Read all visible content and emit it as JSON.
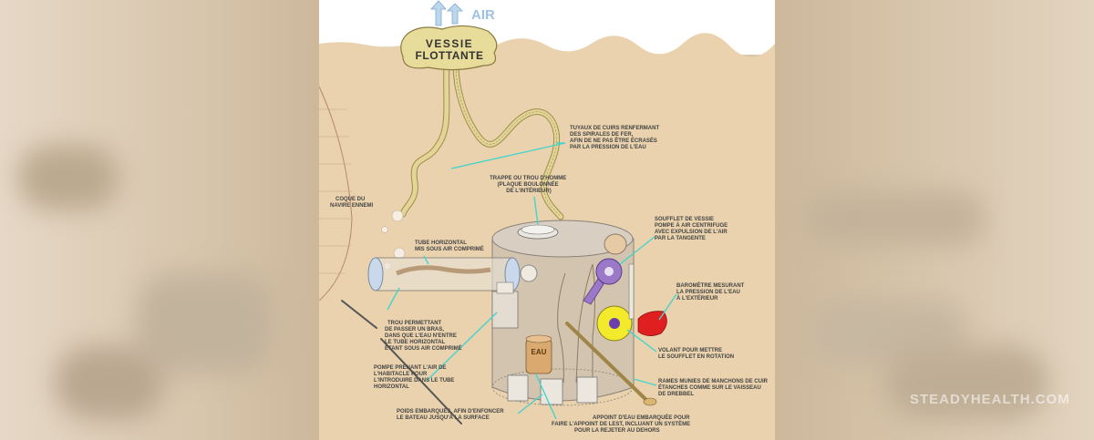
{
  "watermark": "STEADYHEALTH.COM",
  "diagram": {
    "air_label": "AIR",
    "float_label_line1": "VESSIE",
    "float_label_line2": "FLOTTANTE",
    "eau_label": "EAU",
    "labels": {
      "tuyaux": [
        "TUYAUX DE CUIRS RENFERMANT",
        "DES SPIRALES DE FER,",
        "AFIN DE NE PAS ÊTRE ÉCRASÉS",
        "PAR LA PRESSION DE L'EAU"
      ],
      "trappe": [
        "TRAPPE OU TROU D'HOMME",
        "(PLAQUE BOULONNÉE",
        "DE L'INTÉRIEUR)"
      ],
      "coque": [
        "COQUE DU",
        "NAVIRE ENNEMI"
      ],
      "soufflet": [
        "SOUFFLET DE VESSIE",
        "POMPE À AIR CENTRIFUGE",
        "AVEC EXPULSION DE L'AIR",
        "PAR LA TANGENTE"
      ],
      "tube": [
        "TUBE HORIZONTAL",
        "MIS SOUS AIR COMPRIMÉ"
      ],
      "barometre": [
        "BAROMÈTRE MESURANT",
        "LA PRESSION DE L'EAU",
        "À L'EXTÉRIEUR"
      ],
      "trou": [
        "TROU PERMETTANT",
        "DE PASSER UN BRAS,",
        "DANS QUE L'EAU N'ENTRE",
        "LE TUBE HORIZONTAL",
        "ÉTANT SOUS AIR COMPRIMÉ"
      ],
      "volant": [
        "VOLANT POUR METTRE",
        "LE SOUFFLET EN ROTATION"
      ],
      "pompe": [
        "POMPE PRENANT L'AIR DE",
        "L'HABITACLE POUR",
        "L'INTRODUIRE DANS LE TUBE",
        "HORIZONTAL"
      ],
      "rames": [
        "RAMES MUNIES DE MANCHONS DE CUIR",
        "ÉTANCHES COMME SUR LE VAISSEAU",
        "DE DREBBEL"
      ],
      "poids": [
        "POIDS EMBARQUÉS, AFIN D'ENFONCER",
        "LE BATEAU JUSQU'À LA SURFACE"
      ],
      "appoint": [
        "APPOINT D'EAU EMBARQUÉE POUR",
        "FAIRE L'APPOINT DE LEST, INCLUANT UN SYSTÈME",
        "POUR LA REJETER AU DEHORS"
      ]
    },
    "colors": {
      "sky": "#ffffff",
      "water": "#e9d2ad",
      "hull": "#c9bfb0",
      "leader_line": "#45d4cc",
      "air_arrow": "#bcd6ec",
      "float": "#e8dc9a",
      "pipe": "#e2d596",
      "wheel": "#f2ea2a",
      "pump": "#9b78c8",
      "barometer": "#e02020"
    },
    "icons": [
      "air-arrow-icon",
      "bubble-icon"
    ]
  }
}
